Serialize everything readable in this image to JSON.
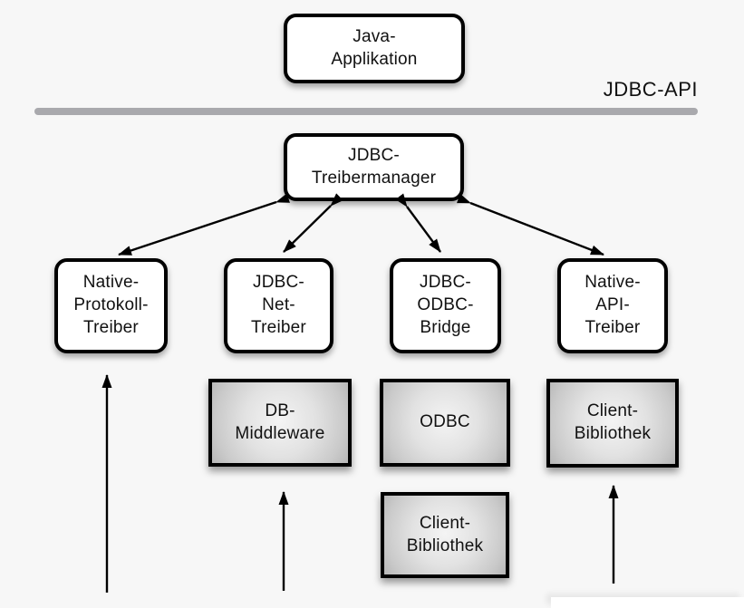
{
  "labels": {
    "jdbc_api": "JDBC-API"
  },
  "nodes": {
    "java_app": "Java-\nApplikation",
    "treibermanager": "JDBC-\nTreibermanager",
    "native_protokoll": "Native-\nProtokoll-\nTreiber",
    "jdbc_net": "JDBC-\nNet-\nTreiber",
    "jdbc_odbc": "JDBC-\nODBC-\nBridge",
    "native_api": "Native-\nAPI-\nTreiber",
    "db_middleware": "DB-\nMiddleware",
    "odbc": "ODBC",
    "client_bibliothek_odbc": "Client-\nBibliothek",
    "client_bibliothek_api": "Client-\nBibliothek"
  },
  "colors": {
    "background": "#f7f7f7",
    "divider": "#a9a9ad",
    "node_border": "#000000",
    "node_fill": "#ffffff",
    "gray_fill_center": "#f2f2f2",
    "gray_fill_edge": "#b7b7b7",
    "arrow": "#000000"
  }
}
